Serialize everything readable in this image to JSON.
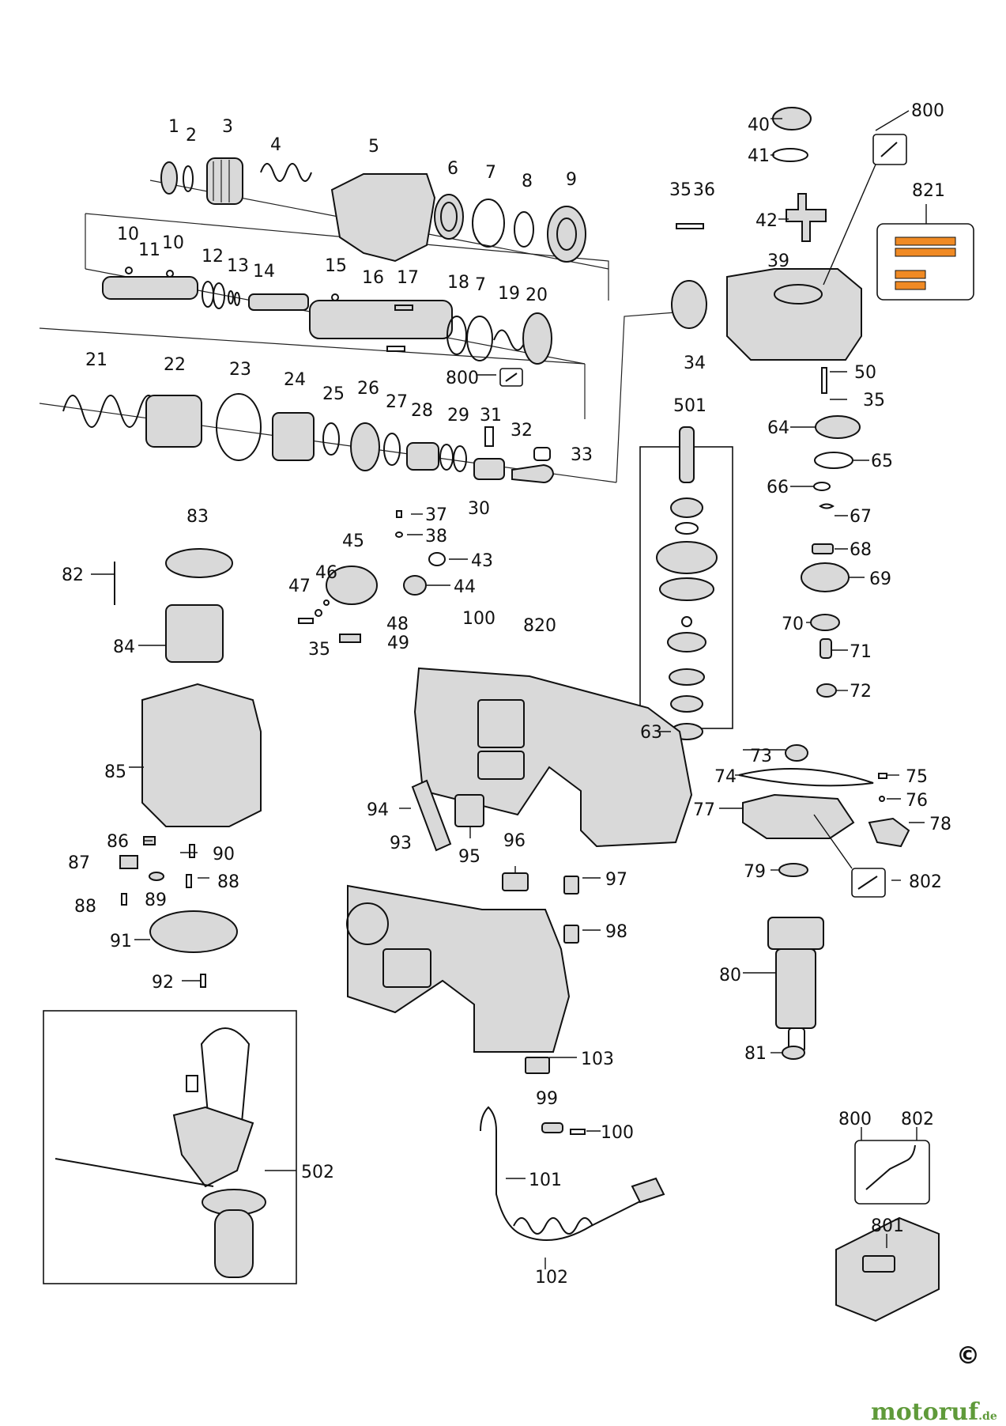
{
  "parts": [
    "1",
    "2",
    "3",
    "4",
    "5",
    "6",
    "7",
    "8",
    "9",
    "10",
    "10",
    "11",
    "12",
    "13",
    "14",
    "15",
    "16",
    "17",
    "18",
    "7",
    "19",
    "20",
    "21",
    "22",
    "23",
    "24",
    "25",
    "26",
    "27",
    "28",
    "29",
    "31",
    "32",
    "33",
    "30",
    "35",
    "36",
    "40",
    "41",
    "800",
    "821",
    "42",
    "39",
    "34",
    "50",
    "35",
    "501",
    "64",
    "65",
    "66",
    "67",
    "68",
    "69",
    "70",
    "71",
    "72",
    "63",
    "37",
    "38",
    "43",
    "44",
    "45",
    "46",
    "47",
    "48",
    "49",
    "35",
    "83",
    "82",
    "84",
    "85",
    "86",
    "87",
    "88",
    "89",
    "90",
    "88",
    "91",
    "92",
    "100",
    "820",
    "94",
    "95",
    "96",
    "97",
    "98",
    "93",
    "73",
    "74",
    "75",
    "76",
    "77",
    "78",
    "79",
    "802",
    "80",
    "81",
    "103",
    "99",
    "100",
    "101",
    "102",
    "502",
    "800",
    "802",
    "801",
    "800"
  ],
  "copyright": "©",
  "brand": {
    "name": "motoruf",
    "tld": ".de"
  }
}
